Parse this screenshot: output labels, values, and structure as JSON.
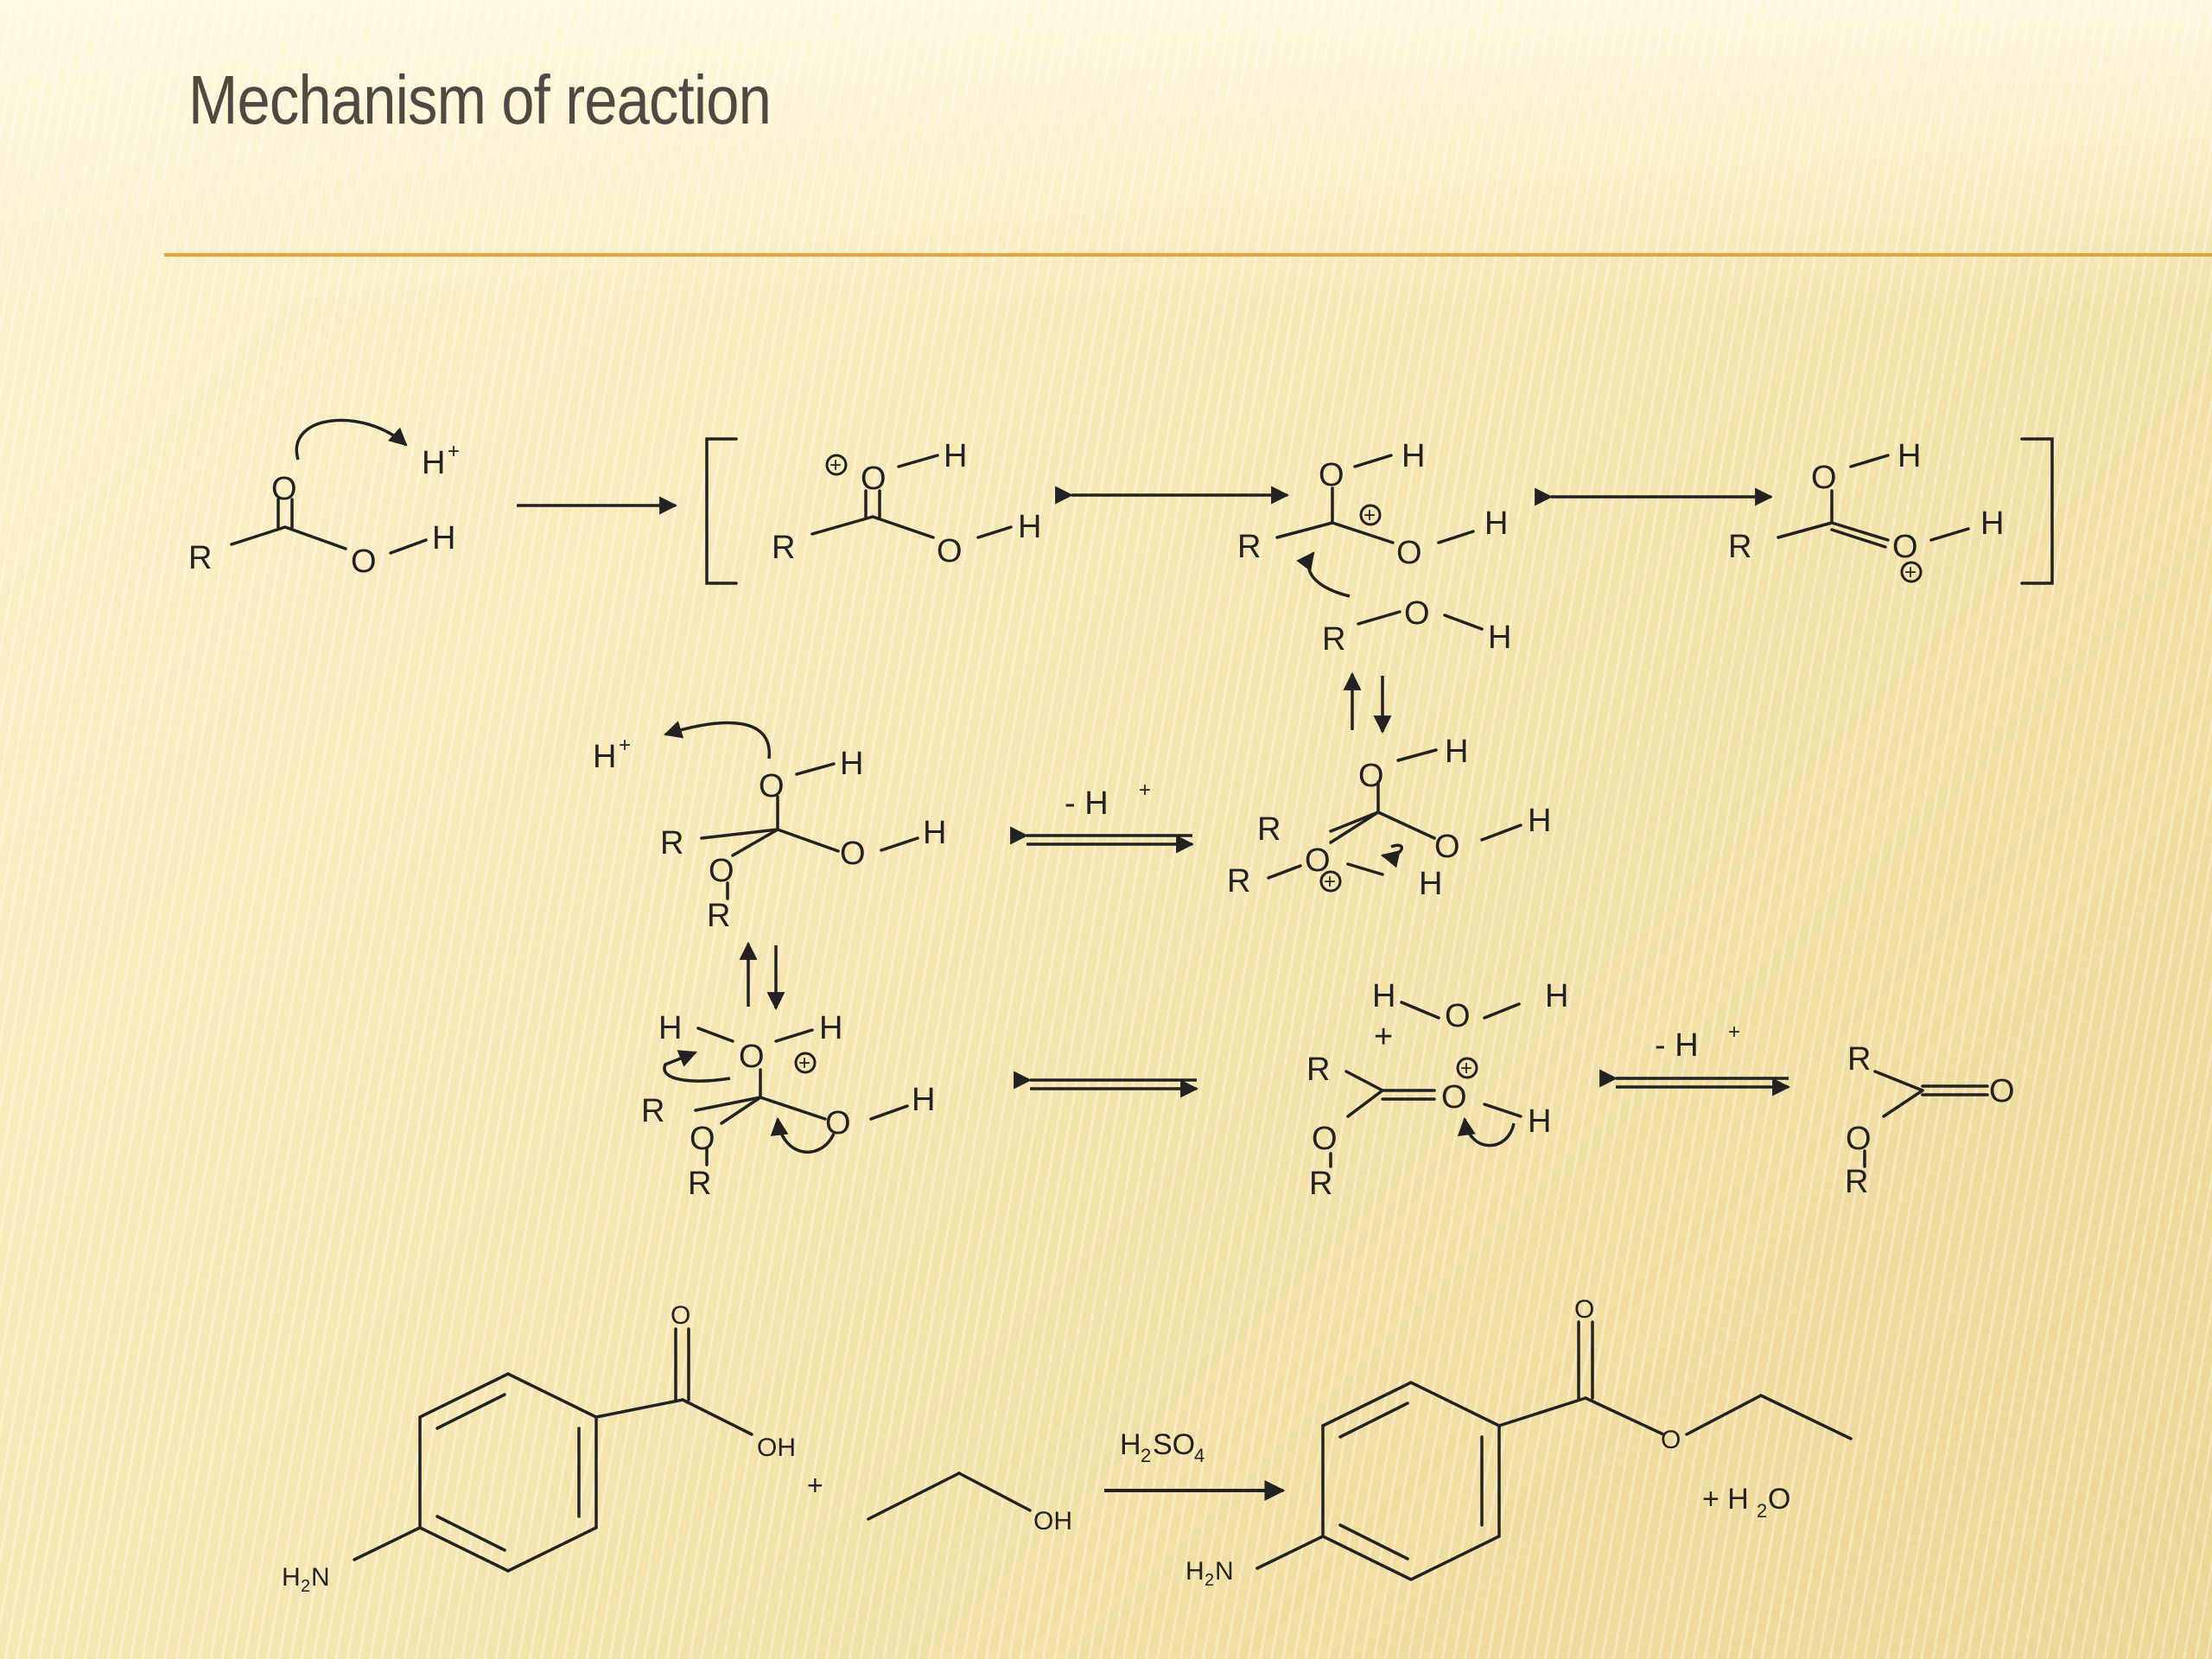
{
  "title": "Mechanism of reaction",
  "labels": {
    "R": "R",
    "O": "O",
    "H": "H",
    "H_plus": "H",
    "plus_sup": "+",
    "minus_h_plus": "- H",
    "plus": "+",
    "OH": "OH",
    "H2N": "H",
    "H2N_sub": "2",
    "H2N_N": "N",
    "catalyst_H": "H",
    "catalyst_2": "2",
    "catalyst_SO": "SO",
    "catalyst_4": "4",
    "water": "+ H",
    "water_2": "2",
    "water_O": "O"
  },
  "colors": {
    "title": "#4e4a42",
    "rule": "#e8a23e",
    "ink": "#222222"
  }
}
